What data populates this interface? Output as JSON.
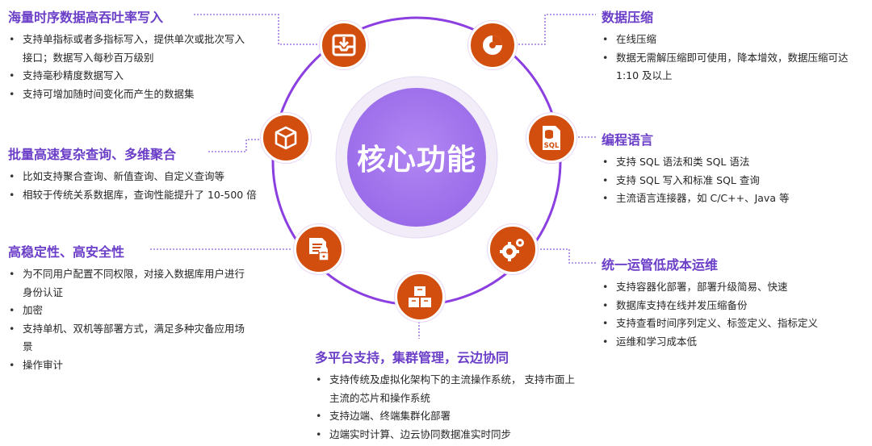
{
  "center": {
    "title": "核心功能"
  },
  "features": [
    {
      "title": "海量时序数据高吞吐率写入",
      "icon": "inbox-download-icon",
      "items": [
        "支持单指标或者多指标写入，提供单次或批次写入接口；数据写入每秒百万级别",
        "支持毫秒精度数据写入",
        "支持可增加随时间变化而产生的数据集"
      ]
    },
    {
      "title": "批量高速复杂查询、多维聚合",
      "icon": "cube-icon",
      "items": [
        "比如支持聚合查询、新值查询、自定义查询等",
        "相较于传统关系数据库，查询性能提升了 10-500 倍"
      ]
    },
    {
      "title": "高稳定性、高安全性",
      "icon": "document-lock-icon",
      "items": [
        "为不同用户配置不同权限，对接入数据库用户进行身份认证",
        "加密",
        "支持单机、双机等部署方式，满足多种灾备应用场景",
        "操作审计"
      ]
    },
    {
      "title": "多平台支持，集群管理，云边协同",
      "icon": "stacked-boxes-icon",
      "items": [
        "支持传统及虚拟化架构下的主流操作系统， 支持市面上主流的芯片和操作系统",
        "支持边端、终端集群化部署",
        "边端实时计算、边云协同数据准实时同步"
      ]
    },
    {
      "title": "统一运管低成本运维",
      "icon": "gears-icon",
      "items": [
        "支持容器化部署，部署升级简易、快速",
        "数据库支持在线并发压缩备份",
        "支持查看时间序列定义、标签定义、指标定义",
        "运维和学习成本低"
      ]
    },
    {
      "title": "编程语言",
      "icon": "sql-file-icon",
      "icon_text": "SQL",
      "items": [
        "支持 SQL 语法和类 SQL 语法",
        "支持 SQL 写入和标准 SQL 查询",
        "主流语言连接器，如 C/C++、Java 等"
      ]
    },
    {
      "title": "数据压缩",
      "icon": "disc-icon",
      "items": [
        "在线压缩",
        "数据无需解压缩即可使用，降本增效，数据压缩可达 1:10 及以上"
      ]
    }
  ],
  "colors": {
    "ring": "#8b3fe0",
    "center_fill": "#a074ee",
    "icon_fill": "#d24e0e",
    "title": "#6b3ec8",
    "connector": "#8b5fd6"
  }
}
